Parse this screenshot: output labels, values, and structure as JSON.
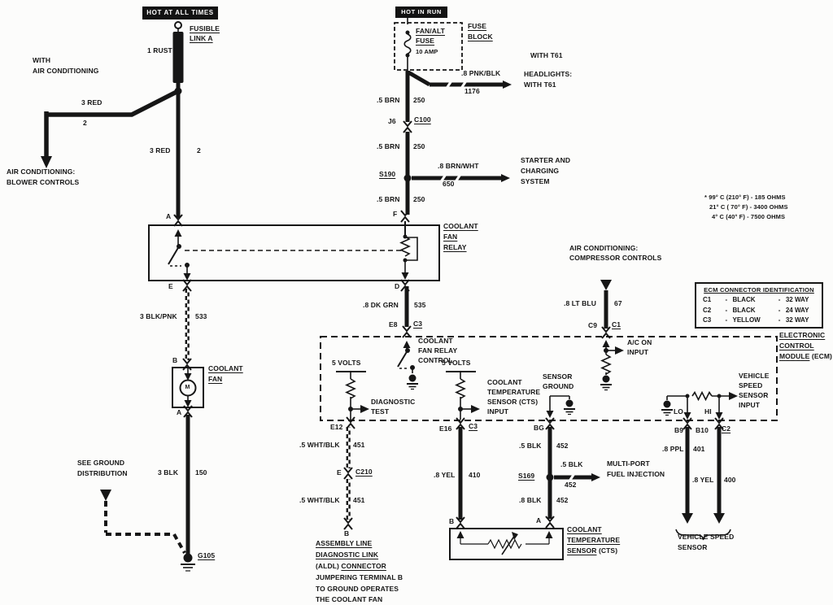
{
  "power_left": {
    "hot_at_all_times": "HOT AT ALL TIMES",
    "fusible_link": [
      "FUSIBLE",
      "LINK A"
    ],
    "wire_1_rust": "1 RUST",
    "with_ac": [
      "WITH",
      "AIR CONDITIONING"
    ],
    "branch_3_red": "3 RED",
    "branch_2": "2",
    "ac_blower": [
      "AIR CONDITIONING:",
      "BLOWER CONTROLS"
    ],
    "wire_3_red": "3 RED",
    "wire_3_red_ckt": "2"
  },
  "relay": {
    "label": [
      "COOLANT",
      "FAN",
      "RELAY"
    ],
    "term_a": "A",
    "term_f": "F",
    "term_e": "E",
    "term_d": "D"
  },
  "fan": {
    "wire_blk_pnk": "3 BLK/PNK",
    "wire_blk_pnk_ckt": "533",
    "term_b": "B",
    "term_a": "A",
    "label": [
      "COOLANT",
      "FAN"
    ],
    "motor": "M",
    "wire_3_blk": "3 BLK",
    "wire_3_blk_ckt": "150",
    "see_ground": [
      "SEE GROUND",
      "DISTRIBUTION"
    ],
    "g105": "G105"
  },
  "hot_in_run": {
    "header": "HOT IN RUN",
    "fuse_name": [
      "FAN/ALT",
      "FUSE"
    ],
    "fuse_amp": "10 AMP",
    "fuse_block": [
      "FUSE",
      "BLOCK"
    ],
    "pnk_blk": ".8 PNK/BLK",
    "pnk_blk_ckt": "1176",
    "with_t61": "WITH T61",
    "headlights": [
      "HEADLIGHTS:",
      "WITH T61"
    ],
    "brn1": ".5 BRN",
    "brn1_ckt": "250",
    "j6": "J6",
    "c100": "C100",
    "brn2": ".5 BRN",
    "brn2_ckt": "250",
    "s190": "S190",
    "brn_wht": ".8 BRN/WHT",
    "brn_wht_ckt": "650",
    "starter": [
      "STARTER AND",
      "CHARGING",
      "SYSTEM"
    ],
    "brn3": ".5 BRN",
    "brn3_ckt": "250",
    "dk_grn": ".8 DK GRN",
    "dk_grn_ckt": "535",
    "e8": "E8",
    "c3": "C3"
  },
  "ecm": {
    "label": [
      "ELECTRONIC",
      "CONTROL"
    ],
    "label_module": "MODULE",
    "label_ecm": " (ECM)",
    "fan_relay_control": [
      "COOLANT",
      "FAN RELAY",
      "CONTROL"
    ],
    "five_volts_left": "5 VOLTS",
    "diagnostic": [
      "DIAGNOSTIC",
      "TEST"
    ],
    "five_volts_right": "5 VOLTS",
    "cts_input": [
      "COOLANT",
      "TEMPERATURE",
      "SENSOR (CTS)",
      "INPUT"
    ],
    "sensor_ground": [
      "SENSOR",
      "GROUND"
    ],
    "ac_on": [
      "A/C ON",
      "INPUT"
    ],
    "vss_input": [
      "VEHICLE",
      "SPEED",
      "SENSOR",
      "INPUT"
    ],
    "lo": "LO",
    "hi": "HI",
    "e12": "E12",
    "e16": "E16",
    "e16_c3": "C3",
    "bg": "BG",
    "b9": "B9",
    "b10": "B10",
    "c2": "C2"
  },
  "ac_branch": {
    "title": [
      "AIR CONDITIONING:",
      "COMPRESSOR CONTROLS"
    ],
    "lt_blu": ".8 LT BLU",
    "lt_blu_ckt": "67",
    "c9": "C9",
    "c1": "C1"
  },
  "aldl": {
    "wht_blk1": ".5 WHT/BLK",
    "wht_blk1_ckt": "451",
    "e": "E",
    "c210": "C210",
    "wht_blk2": ".5 WHT/BLK",
    "wht_blk2_ckt": "451",
    "term_b": "B",
    "note_line1": "ASSEMBLY LINE",
    "note_line2": "DIAGNOSTIC LINK",
    "note_aldl": "(ALDL) ",
    "note_connector": "CONNECTOR",
    "note_rest": [
      "JUMPERING TERMINAL B",
      "TO GROUND OPERATES",
      "THE COOLANT FAN"
    ]
  },
  "cts": {
    "yel": ".8 YEL",
    "yel_ckt": "410",
    "term_b": "B",
    "term_a": "A",
    "blk1": ".5 BLK",
    "blk1_ckt": "452",
    "s169": "S169",
    "blk_branch": ".5 BLK",
    "blk_branch_ckt": "452",
    "mpfi": [
      "MULTI-PORT",
      "FUEL INJECTION"
    ],
    "blk2": ".8 BLK",
    "blk2_ckt": "452",
    "label": [
      "COOLANT",
      "TEMPERATURE"
    ],
    "label_sensor": "SENSOR",
    "label_cts": " (CTS)"
  },
  "vss": {
    "ppl": ".8 PPL",
    "ppl_ckt": "401",
    "yel": ".8 YEL",
    "yel_ckt": "400",
    "label": [
      "VEHICLE SPEED",
      "SENSOR"
    ]
  },
  "notes": {
    "resistance": [
      "* 99° C (210° F) -  185 OHMS",
      "21° C ( 70° F)  - 3400 OHMS",
      "4°  C (40°  F) - 7500 OHMS"
    ]
  },
  "ecm_table": {
    "header": "ECM CONNECTOR IDENTIFICATION",
    "rows": [
      {
        "conn": "C1",
        "d1": "-",
        "color": "BLACK",
        "d2": "-",
        "ways": "32 WAY"
      },
      {
        "conn": "C2",
        "d1": "-",
        "color": "BLACK",
        "d2": "-",
        "ways": "24 WAY"
      },
      {
        "conn": "C3",
        "d1": "-",
        "color": "YELLOW",
        "d2": "-",
        "ways": "32 WAY"
      }
    ]
  }
}
